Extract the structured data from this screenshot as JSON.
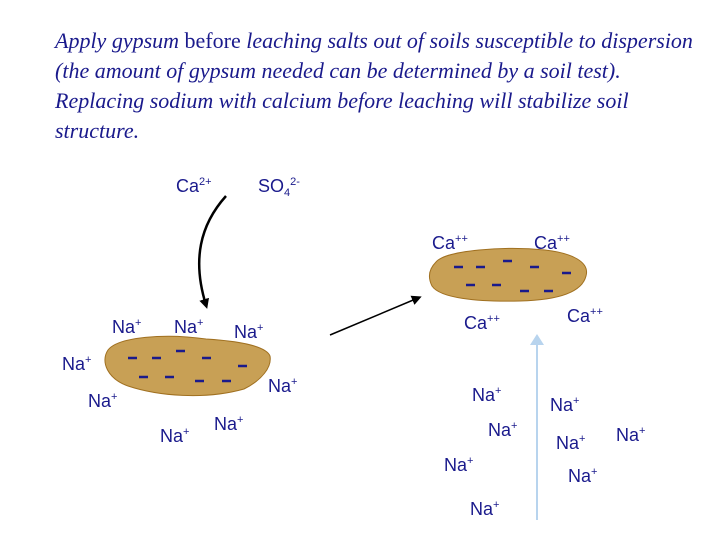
{
  "intro": {
    "part1": "Apply gypsum",
    "part2": " before ",
    "part3": "leaching salts out of soils susceptible to dispersion (the amount of gypsum needed can be determined by a soil test).  Replacing sodium with calcium before leaching will stabilize soil structure."
  },
  "gypsum": {
    "calcium": {
      "base": "Ca",
      "sup": "2+"
    },
    "sulfate": {
      "base": "SO",
      "sub": "4",
      "sup": "2-"
    }
  },
  "ions": {
    "na_base": "Na",
    "na_charge": "+",
    "ca_base": "Ca",
    "ca_charge": "++"
  },
  "colors": {
    "text": "#1a1a8c",
    "clay": "#c8a055",
    "clay_edge": "#a07020",
    "charge": "#1a1a8c",
    "dark_arrow": "#000000",
    "leach_arrow": "#b8d4ee"
  }
}
